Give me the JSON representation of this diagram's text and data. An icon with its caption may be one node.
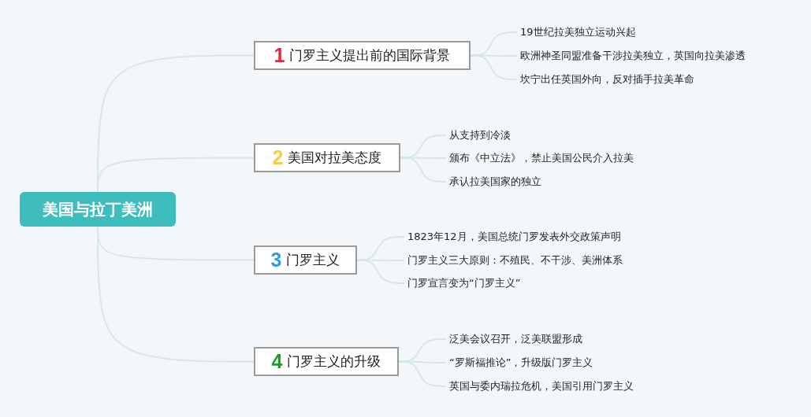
{
  "diagram": {
    "nodes": [
      {
        "text": [
          "美国与拉丁美洲"
        ]
      },
      {
        "text": [
          "1",
          "门罗主义提出前的国际背景"
        ]
      },
      {
        "text": [
          "19世纪拉美独立运动兴起"
        ]
      },
      {
        "text": [
          "欧洲神圣同盟准备干涉拉美独立，英国向拉美渗透"
        ]
      },
      {
        "text": [
          "坎宁出任英国外向，反对插手拉美革命"
        ]
      },
      {
        "text": [
          "2",
          "美国对拉美态度"
        ]
      },
      {
        "text": [
          "从支持到冷淡"
        ]
      },
      {
        "text": [
          "颁布《中立法》，禁止美国公民介入拉美"
        ]
      },
      {
        "text": [
          "承认拉美国家的独立"
        ]
      },
      {
        "text": [
          "3",
          "门罗主义"
        ]
      },
      {
        "text": [
          "1823年12月，美国总统门罗发表外交政策声明"
        ]
      },
      {
        "text": [
          "门罗主义三大原则：不殖民、不干涉、美洲体系"
        ]
      },
      {
        "text": [
          "门罗宣言变为“门罗主义”"
        ]
      },
      {
        "text": [
          "4",
          "门罗主义的升级"
        ]
      },
      {
        "text": [
          "泛美会议召开，泛美联盟形成"
        ]
      },
      {
        "text": [
          "“罗斯福推论”，升级版门罗主义"
        ]
      },
      {
        "text": [
          "英国与委内瑞拉危机，美国引用门罗主义"
        ]
      }
    ],
    "edges": [
      {
        "from": 0,
        "to": 1,
        "arrow": "none"
      },
      {
        "from": 0,
        "to": 5,
        "arrow": "none"
      },
      {
        "from": 0,
        "to": 9,
        "arrow": "none"
      },
      {
        "from": 0,
        "to": 13,
        "arrow": "none"
      },
      {
        "from": 1,
        "to": 2,
        "arrow": "none"
      },
      {
        "from": 1,
        "to": 3,
        "arrow": "none"
      },
      {
        "from": 1,
        "to": 4,
        "arrow": "none"
      },
      {
        "from": 5,
        "to": 6,
        "arrow": "none"
      },
      {
        "from": 5,
        "to": 7,
        "arrow": "none"
      },
      {
        "from": 5,
        "to": 8,
        "arrow": "none"
      },
      {
        "from": 9,
        "to": 10,
        "arrow": "none"
      },
      {
        "from": 9,
        "to": 11,
        "arrow": "none"
      },
      {
        "from": 9,
        "to": 12,
        "arrow": "none"
      },
      {
        "from": 13,
        "to": 14,
        "arrow": "none"
      },
      {
        "from": 13,
        "to": 15,
        "arrow": "none"
      },
      {
        "from": 13,
        "to": 16,
        "arrow": "none"
      }
    ]
  }
}
